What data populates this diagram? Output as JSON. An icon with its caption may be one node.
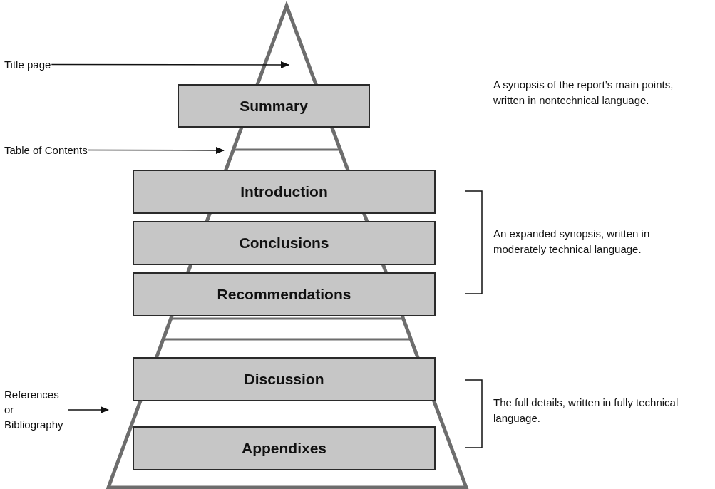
{
  "diagram": {
    "nodes": [
      {
        "text": [
          "Title page"
        ]
      },
      {
        "text": [
          "Summary"
        ]
      },
      {
        "text": [
          "Table of Contents"
        ]
      },
      {
        "text": [
          "Introduction"
        ]
      },
      {
        "text": [
          "Conclusions"
        ]
      },
      {
        "text": [
          "Recommendations"
        ]
      },
      {
        "text": [
          "Discussion"
        ]
      },
      {
        "text": [
          "References or Bibliography"
        ]
      },
      {
        "text": [
          "Appendixes"
        ]
      }
    ],
    "edges": [
      {
        "from": 0,
        "to": null,
        "arrow": "to"
      },
      {
        "from": 2,
        "to": null,
        "arrow": "to"
      },
      {
        "from": 7,
        "to": null,
        "arrow": "to"
      }
    ],
    "labels": [
      "A synopsis of the report’s main points, written in nontechnical language.",
      "An expanded synopsis, written in moderately technical language.",
      "The full details, written in fully technical language."
    ]
  }
}
